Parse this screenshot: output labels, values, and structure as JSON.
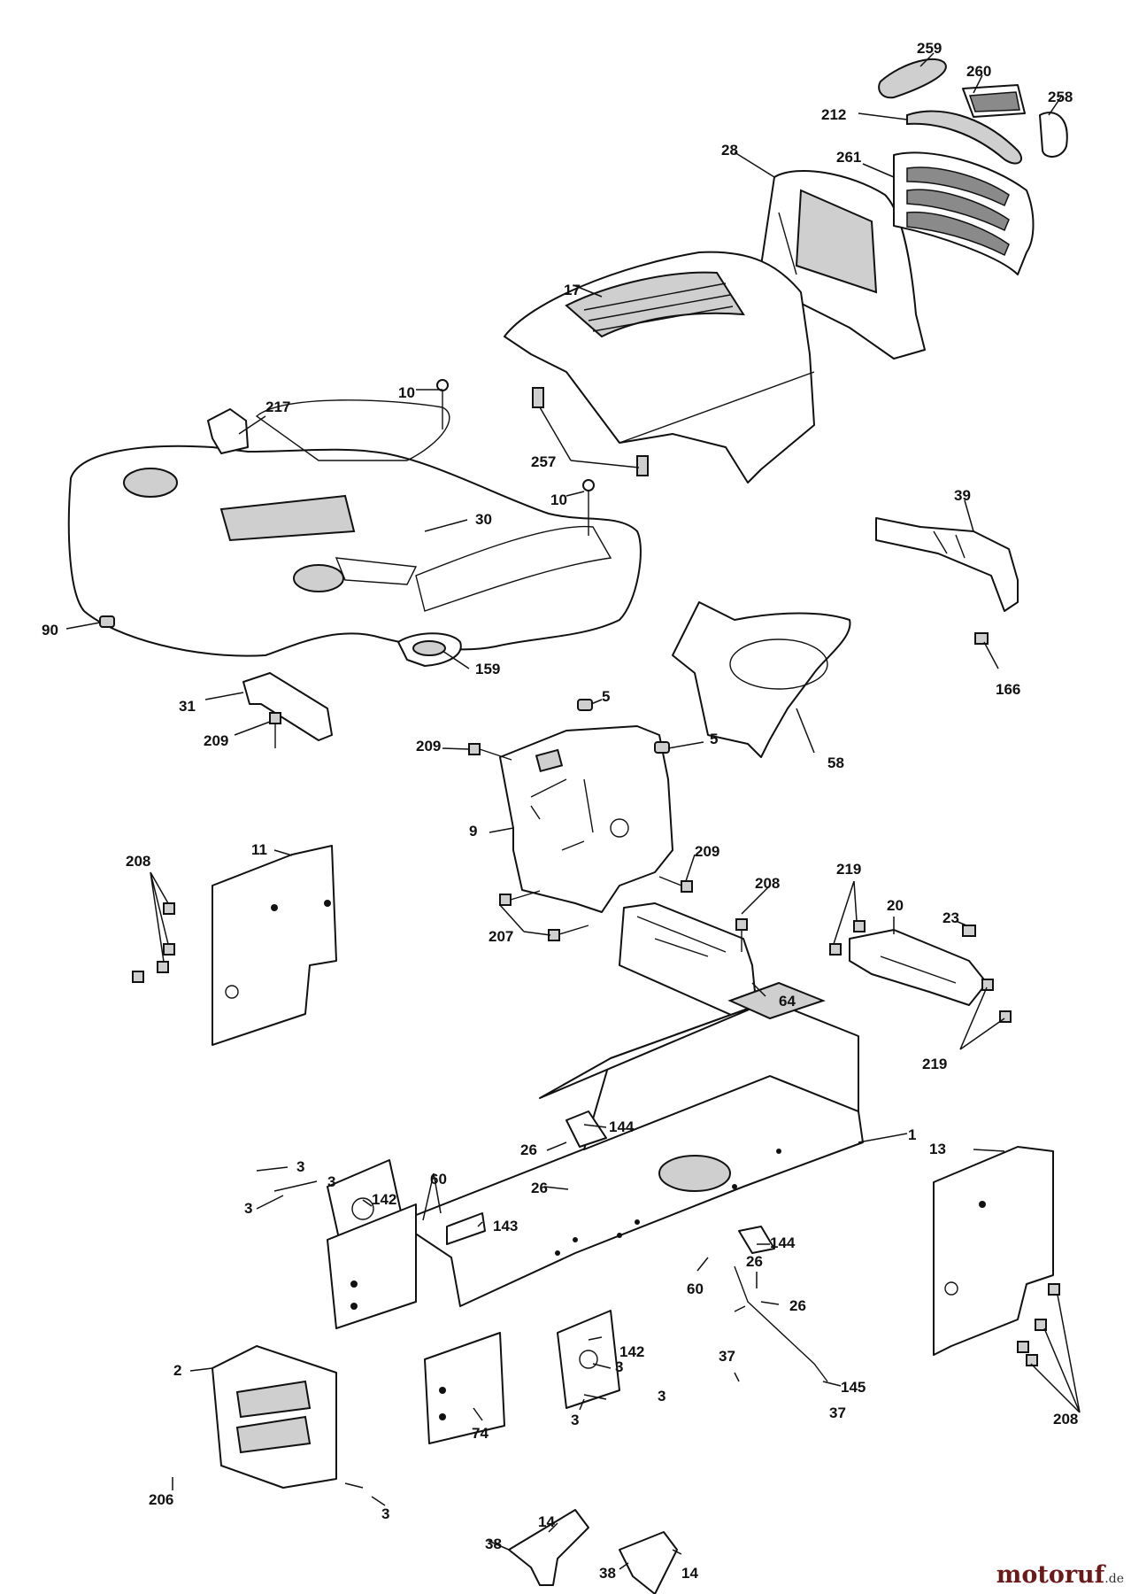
{
  "callouts": {
    "c259": "259",
    "c260": "260",
    "c258": "258",
    "c212": "212",
    "c28": "28",
    "c261": "261",
    "c17": "17",
    "c10a": "10",
    "c217": "217",
    "c257": "257",
    "c10b": "10",
    "c30": "30",
    "c90": "90",
    "c39": "39",
    "c166": "166",
    "c159": "159",
    "c31": "31",
    "c209a": "209",
    "c5a": "5",
    "c5b": "5",
    "c58": "58",
    "c209b": "209",
    "c9": "9",
    "c208a": "208",
    "c11": "11",
    "c209c": "209",
    "c219a": "219",
    "c208b": "208",
    "c20": "20",
    "c23": "23",
    "c207": "207",
    "c64": "64",
    "c219b": "219",
    "c144a": "144",
    "c1": "1",
    "c13": "13",
    "c26a": "26",
    "c3a": "3",
    "c3b": "3",
    "c3c": "3",
    "c26b": "26",
    "c60a": "60",
    "c142a": "142",
    "c143": "143",
    "c144b": "144",
    "c26c": "26",
    "c60b": "60",
    "c26d": "26",
    "c37a": "37",
    "c145": "145",
    "c142b": "142",
    "c3d": "3",
    "c3e": "3",
    "c37b": "37",
    "c3f": "3",
    "c74": "74",
    "c2": "2",
    "c208c": "208",
    "c3g": "3",
    "c206": "206",
    "c14a": "14",
    "c38a": "38",
    "c38b": "38",
    "c14b": "14"
  },
  "watermark": {
    "brand": "motoruf",
    "tld": ".de"
  }
}
